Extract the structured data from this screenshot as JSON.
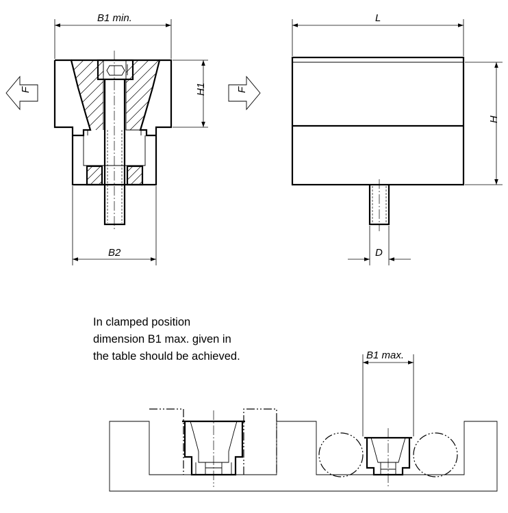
{
  "labels": {
    "b1_min": "B1 min.",
    "l": "L",
    "h1": "H1",
    "h": "H",
    "b2": "B2",
    "d": "D",
    "b1_max": "B1 max.",
    "force_left": "F",
    "force_right": "F"
  },
  "note": {
    "line1": "In clamped position",
    "line2": "dimension B1 max. given in",
    "line3": "the table should be achieved."
  }
}
